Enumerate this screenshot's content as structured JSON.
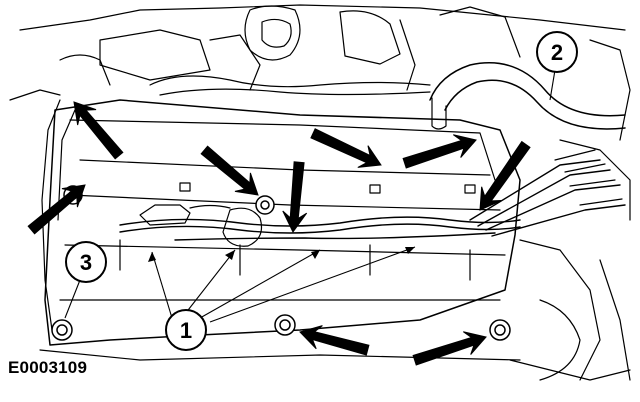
{
  "figure": {
    "id": "E0003109",
    "callouts": {
      "c1": "1",
      "c2": "2",
      "c3": "3"
    }
  },
  "colors": {
    "ink": "#000000",
    "paper": "#ffffff"
  }
}
